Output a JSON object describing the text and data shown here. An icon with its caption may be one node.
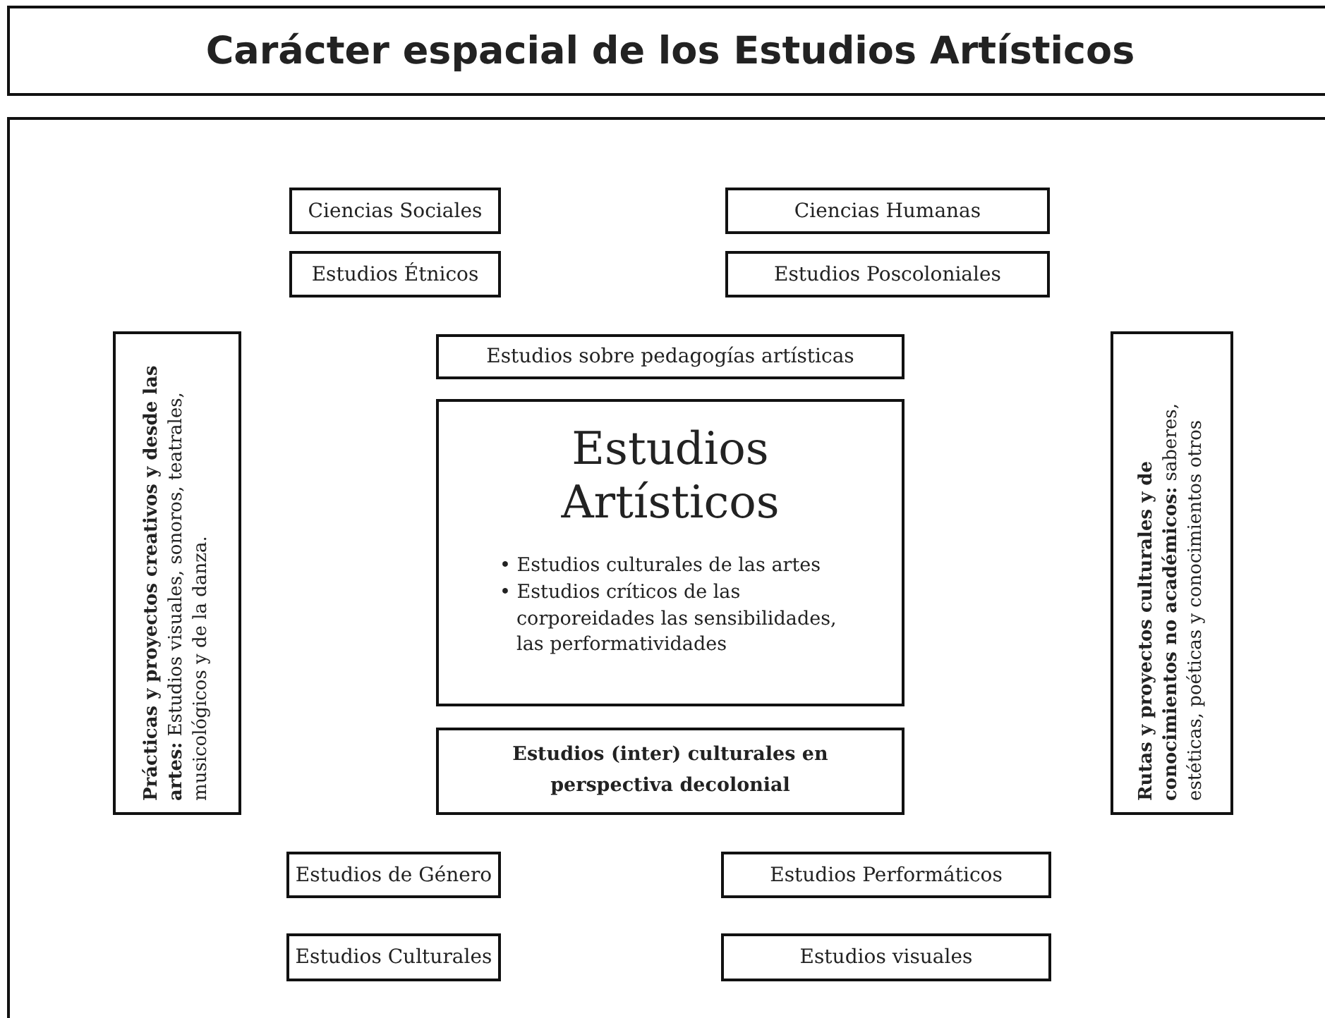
{
  "diagram": {
    "title": "Carácter espacial de los Estudios Artísticos",
    "nodes": [
      {
        "text": [
          "Ciencias Sociales"
        ]
      },
      {
        "text": [
          "Ciencias Humanas"
        ]
      },
      {
        "text": [
          "Estudios Étnicos"
        ]
      },
      {
        "text": [
          "Estudios Poscoloniales"
        ]
      },
      {
        "text": [
          "**Prácticas y proyectos creativos y desde las artes:** Estudios visuales, sonoros, teatrales, musicológicos y de la danza."
        ]
      },
      {
        "text": [
          "Estudios sobre pedagogías artísticas"
        ]
      },
      {
        "text": [
          "**Rutas y proyectos culturales y de conocimientos no académicos:** saberes, estéticas, poéticas y conocimientos otros"
        ]
      },
      {
        "text": [
          "Estudios Artísticos",
          "• Estudios culturales de las artes",
          "• Estudios críticos de las corporeidades las sensibilidades, las performatividades"
        ]
      },
      {
        "text": [
          "Estudios (inter) culturales en perspectiva decolonial"
        ]
      },
      {
        "text": [
          "Estudios de Género"
        ]
      },
      {
        "text": [
          "Estudios Performáticos"
        ]
      },
      {
        "text": [
          "Estudios Culturales"
        ]
      },
      {
        "text": [
          "Estudios visuales"
        ]
      }
    ],
    "edges": []
  }
}
